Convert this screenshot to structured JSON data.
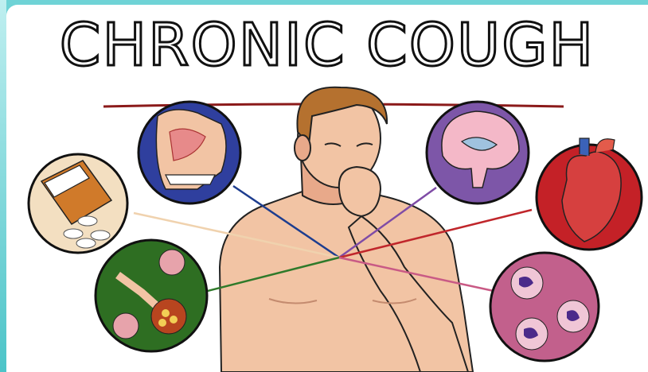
{
  "title": "CHRONIC COUGH",
  "colors": {
    "skin": "#f2c4a4",
    "skin_shade": "#e8a98a",
    "hair": "#b5712f",
    "underline": "#8b1a1a",
    "line_blue": "#1d3d8f",
    "line_purple": "#7f4ca6",
    "line_red": "#c0262b",
    "line_green": "#2f7a2a",
    "line_pink": "#c95a85",
    "line_beige": "#f0d2ae"
  },
  "circles": [
    {
      "id": "nasal-sinus",
      "fill": "#2f3f9e"
    },
    {
      "id": "brain",
      "fill": "#7d56a8"
    },
    {
      "id": "pill-bottle",
      "fill": "#f3dfc1"
    },
    {
      "id": "heart",
      "fill": "#c42127"
    },
    {
      "id": "lungs",
      "fill": "#2e6e22"
    },
    {
      "id": "blood-cells",
      "fill": "#c2608c"
    }
  ]
}
